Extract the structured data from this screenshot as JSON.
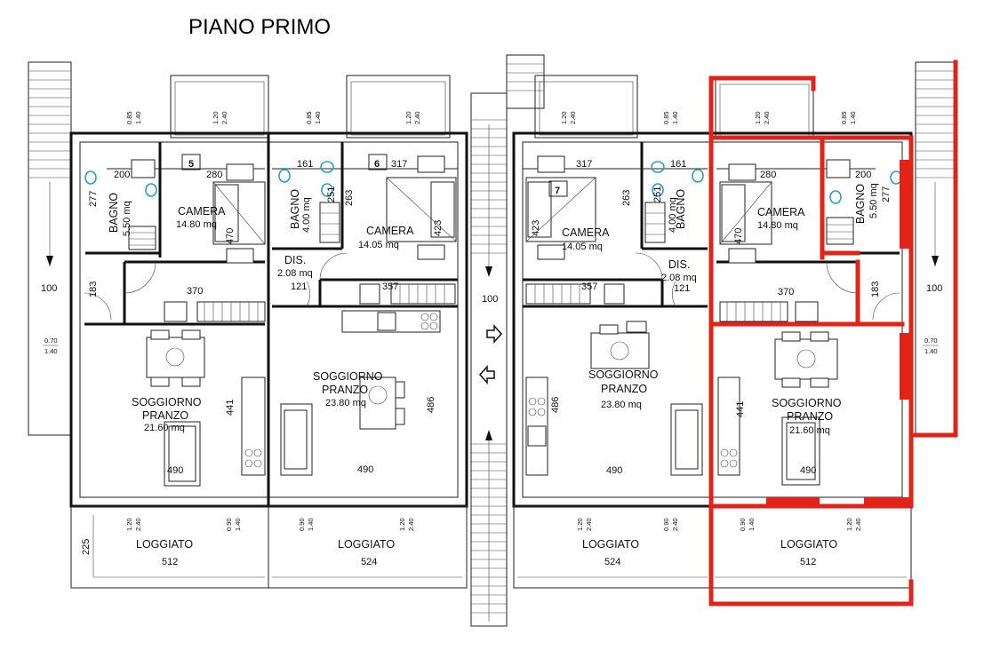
{
  "title": "PIANO PRIMO",
  "accent_color": "#e2231a",
  "units": [
    {
      "number": "5",
      "bath": {
        "label": "BAGNO",
        "area": "5.50 mq",
        "dim_w": "200",
        "dim_h": "277"
      },
      "bedroom": {
        "label": "CAMERA",
        "area": "14.80 mq",
        "dim_w": "280",
        "dim_h": "470"
      },
      "corridor_w": "370",
      "corridor_h": "183",
      "living": {
        "label1": "SOGGIORNO",
        "label2": "PRANZO",
        "area": "21.60 mq",
        "dim_w": "490",
        "dim_h": "441"
      },
      "loggia": {
        "label": "LOGGIATO",
        "dim_w": "512",
        "dim_h": "225"
      }
    },
    {
      "number": "6",
      "bath": {
        "label": "BAGNO",
        "area": "4.00 mq",
        "dim_w": "161",
        "dim_h": "251"
      },
      "dis": {
        "label": "DIS.",
        "area": "2.08 mq",
        "dim": "121"
      },
      "bedroom": {
        "label": "CAMERA",
        "area": "14.05 mq",
        "dim_w": "317",
        "dim_h": "423"
      },
      "side_dim": "263",
      "corridor_w": "357",
      "living": {
        "label1": "SOGGIORNO",
        "label2": "PRANZO",
        "area": "23.80 mq",
        "dim_w": "490",
        "dim_h": "486"
      },
      "loggia": {
        "label": "LOGGIATO",
        "dim_w": "524"
      }
    },
    {
      "number": "7",
      "bath": {
        "label": "BAGNO",
        "area": "4.00 mq",
        "dim_w": "161",
        "dim_h": "251"
      },
      "dis": {
        "label": "DIS.",
        "area": "2.08 mq",
        "dim": "121"
      },
      "bedroom": {
        "label": "CAMERA",
        "area": "14.05 mq",
        "dim_w": "317",
        "dim_h": "423"
      },
      "side_dim": "263",
      "corridor_w": "357",
      "living": {
        "label1": "SOGGIORNO",
        "label2": "PRANZO",
        "area": "23.80 mq",
        "dim_w": "490",
        "dim_h": "486"
      },
      "loggia": {
        "label": "LOGGIATO",
        "dim_w": "524"
      }
    },
    {
      "number": "",
      "bath": {
        "label": "BAGNO",
        "area": "5.50 mq",
        "dim_w": "200",
        "dim_h": "277"
      },
      "bedroom": {
        "label": "CAMERA",
        "area": "14.80 mq",
        "dim_w": "280",
        "dim_h": "470"
      },
      "corridor_w": "370",
      "corridor_h": "183",
      "living": {
        "label1": "SOGGIORNO",
        "label2": "PRANZO",
        "area": "21.60 mq",
        "dim_w": "490",
        "dim_h": "441"
      },
      "loggia": {
        "label": "LOGGIATO",
        "dim_w": "512"
      }
    }
  ],
  "stair_width_left": "100",
  "stair_width_center": "100",
  "stair_width_right": "100",
  "window_top_a": "0.85",
  "window_bot_a": "1.40",
  "window_top_b": "1.20",
  "window_bot_b": "2.40",
  "window_top_c": "0.90",
  "window_bot_c": "1.40",
  "window_top_d": "0.70"
}
